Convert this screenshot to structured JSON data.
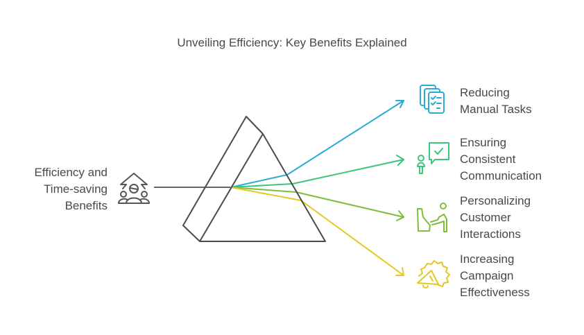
{
  "title": "Unveiling Efficiency: Key Benefits Explained",
  "source": {
    "label_lines": [
      "Efficiency and",
      "Time-saving",
      "Benefits"
    ],
    "icon": "team-growth-arrow-icon",
    "color": "#555555"
  },
  "prism": {
    "stroke": "#4a4a4a"
  },
  "outputs": [
    {
      "label_lines": [
        "Reducing",
        "Manual Tasks"
      ],
      "icon": "checklist-documents-icon",
      "color": "#29ABD4"
    },
    {
      "label_lines": [
        "Ensuring",
        "Consistent",
        "Communication"
      ],
      "icon": "person-chat-check-icon",
      "color": "#3CC47C"
    },
    {
      "label_lines": [
        "Personalizing",
        "Customer",
        "Interactions"
      ],
      "icon": "person-serving-icon",
      "color": "#7DBD3A"
    },
    {
      "label_lines": [
        "Increasing",
        "Campaign",
        "Effectiveness"
      ],
      "icon": "megaphone-badge-icon",
      "color": "#E2C921"
    }
  ]
}
